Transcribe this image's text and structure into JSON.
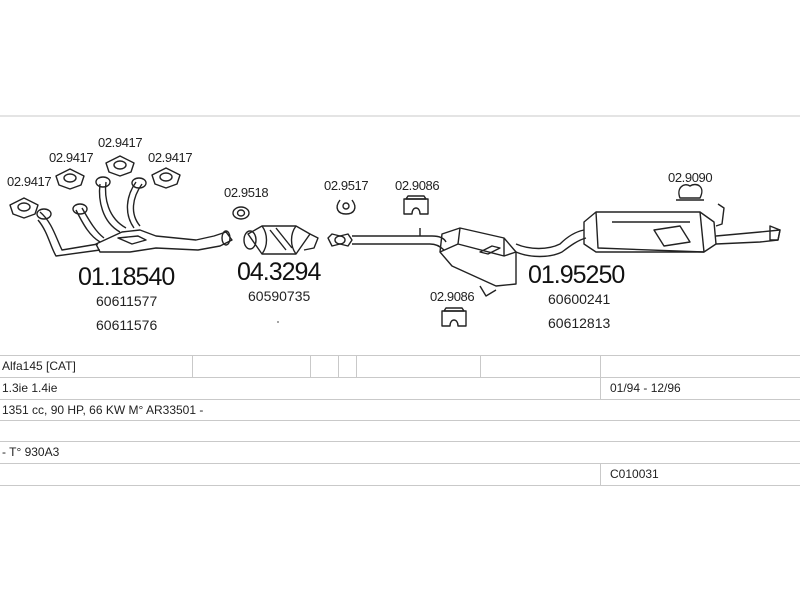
{
  "parts": {
    "gasket_1": "02.9417",
    "gasket_2": "02.9417",
    "gasket_3": "02.9417",
    "gasket_4": "02.9417",
    "gasket_cat": "02.9518",
    "gasket_pipe": "02.9517",
    "rubber_mount_1": "02.9086",
    "rubber_mount_2": "02.9086",
    "rear_mount": "02.9090"
  },
  "assemblies": {
    "manifold": {
      "code": "01.18540",
      "oe_1": "60611577",
      "oe_2": "60611576"
    },
    "catalyst": {
      "code": "04.3294",
      "oe_1": "60590735"
    },
    "silencers": {
      "code": "01.95250",
      "oe_1": "60600241",
      "oe_2": "60612813"
    }
  },
  "table": {
    "model": "Alfa145  [CAT]",
    "engines": "1.3ie  1.4ie",
    "years": "01/94 - 12/96",
    "spec": "1351 cc, 90 HP, 66 KW M° AR33501 -",
    "engine_code": "- T° 930A3",
    "catalog_code": "C010031"
  }
}
